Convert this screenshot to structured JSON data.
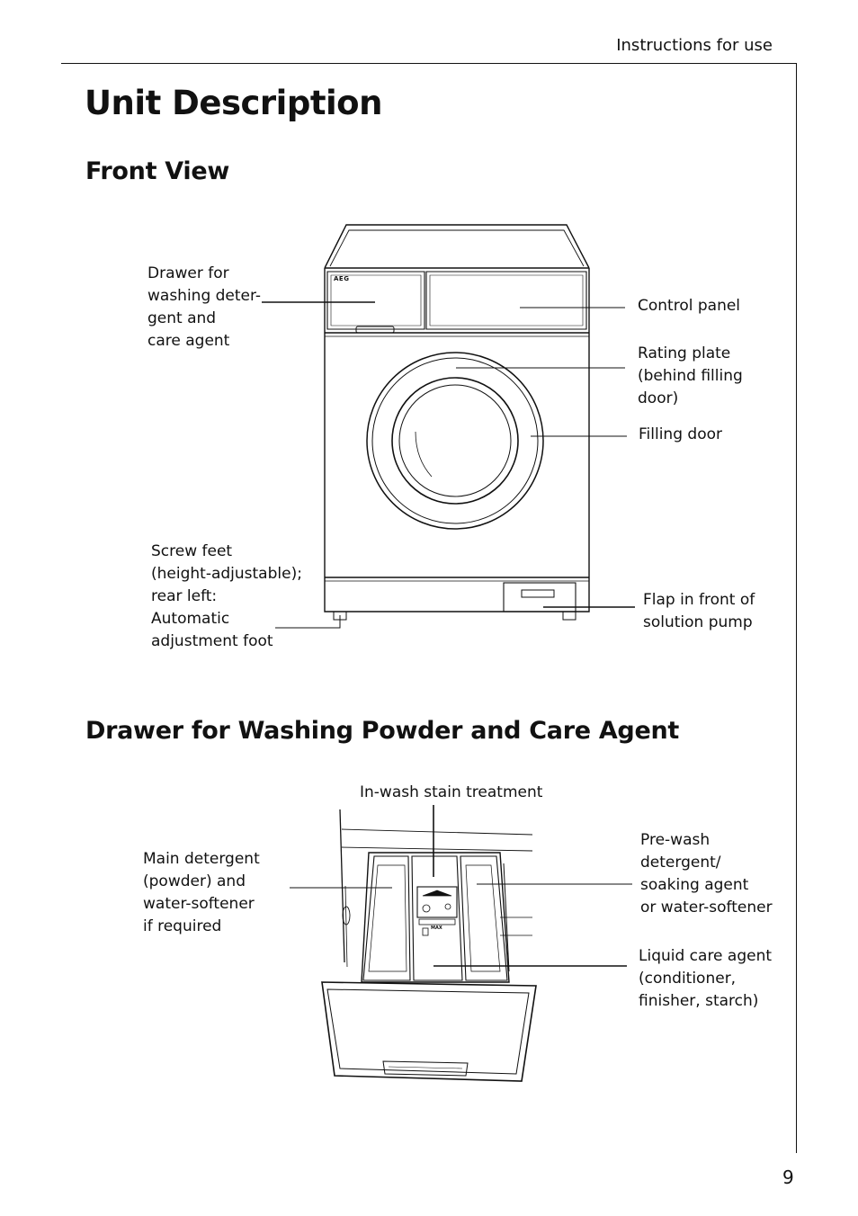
{
  "header": {
    "running_title": "Instructions for use"
  },
  "page": {
    "title": "Unit Description",
    "number": "9"
  },
  "front_view": {
    "heading": "Front View",
    "brand_logo": "AEG",
    "labels": {
      "drawer": [
        "Drawer for",
        "washing deter-",
        "gent and",
        "care agent"
      ],
      "control_panel": [
        "Control panel"
      ],
      "rating_plate": [
        "Rating plate",
        "(behind filling",
        "door)"
      ],
      "filling_door": [
        "Filling door"
      ],
      "screw_feet": [
        "Screw feet",
        "(height-adjustable);",
        "rear left:",
        "Automatic",
        "adjustment foot"
      ],
      "flap": [
        "Flap in front of",
        "solution pump"
      ]
    }
  },
  "drawer_section": {
    "heading": "Drawer for Washing Powder and Care Agent",
    "drawer_mark": "MAX",
    "labels": {
      "stain": [
        "In-wash stain treatment"
      ],
      "main": [
        "Main detergent",
        "(powder) and",
        "water-softener",
        "if required"
      ],
      "prewash": [
        "Pre-wash",
        "detergent/",
        "soaking agent",
        "or water-softener"
      ],
      "liquid": [
        "Liquid care agent",
        "(conditioner,",
        "finisher, starch)"
      ]
    }
  }
}
